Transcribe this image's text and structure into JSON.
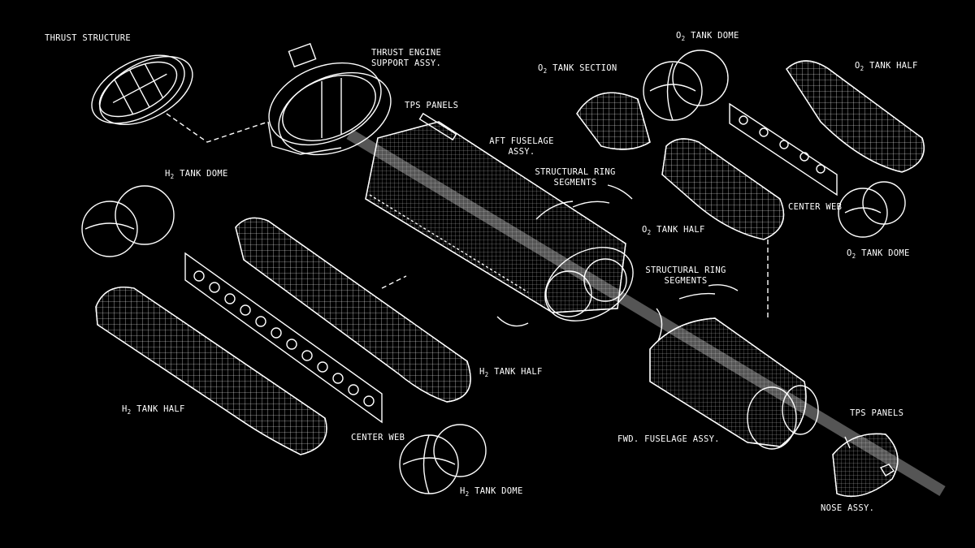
{
  "labels": {
    "thrust_structure": "THRUST STRUCTURE",
    "thrust_engine_1": "THRUST ENGINE",
    "thrust_engine_2": "SUPPORT ASSY.",
    "tps_panels_aft": "TPS PANELS",
    "aft_fuselage_1": "AFT FUSELAGE",
    "aft_fuselage_2": "ASSY.",
    "struct_ring_1a": "STRUCTURAL RING",
    "struct_ring_1b": "SEGMENTS",
    "struct_ring_2a": "STRUCTURAL RING",
    "struct_ring_2b": "SEGMENTS",
    "o2_tank_dome_top": {
      "pre": "O",
      "sub": "2",
      "post": " TANK DOME"
    },
    "o2_tank_section": {
      "pre": "O",
      "sub": "2",
      "post": " TANK SECTION"
    },
    "o2_tank_half_top": {
      "pre": "O",
      "sub": "2",
      "post": " TANK HALF"
    },
    "o2_tank_half_mid": {
      "pre": "O",
      "sub": "2",
      "post": " TANK HALF"
    },
    "o2_tank_dome_bottom": {
      "pre": "O",
      "sub": "2",
      "post": " TANK DOME"
    },
    "center_web_right": "CENTER WEB",
    "h2_tank_dome_top": {
      "pre": "H",
      "sub": "2",
      "post": " TANK DOME"
    },
    "h2_tank_half_right": {
      "pre": "H",
      "sub": "2",
      "post": " TANK HALF"
    },
    "h2_tank_half_left": {
      "pre": "H",
      "sub": "2",
      "post": " TANK HALF"
    },
    "center_web_left": "CENTER WEB",
    "h2_tank_dome_bottom": {
      "pre": "H",
      "sub": "2",
      "post": " TANK DOME"
    },
    "fwd_fuselage": "FWD. FUSELAGE ASSY.",
    "tps_panels_nose": "TPS PANELS",
    "nose_assy": "NOSE ASSY."
  }
}
